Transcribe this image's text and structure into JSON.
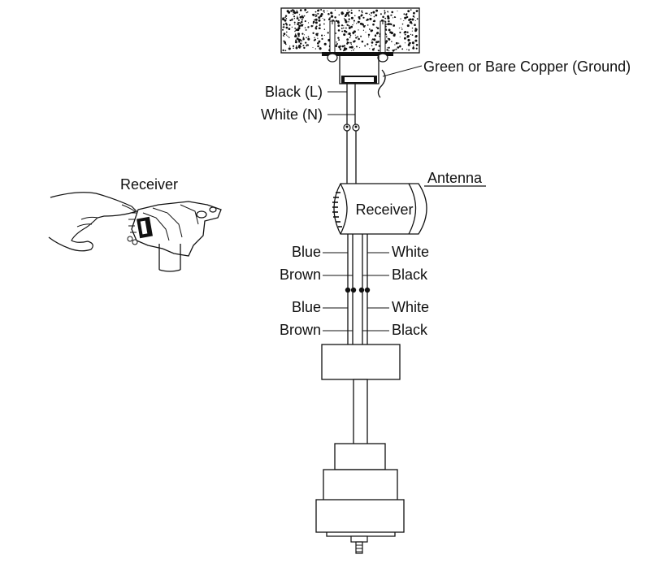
{
  "labels": {
    "ground": "Green or Bare Copper (Ground)",
    "black_l": "Black (L)",
    "white_n": "White (N)",
    "antenna": "Antenna",
    "receiver_box": "Receiver",
    "receiver_inset": "Receiver",
    "upper_left_1": "Blue",
    "upper_left_2": "Brown",
    "upper_right_1": "White",
    "upper_right_2": "Black",
    "lower_left_1": "Blue",
    "lower_left_2": "Brown",
    "lower_right_1": "White",
    "lower_right_2": "Black"
  },
  "colors": {
    "line": "#111111",
    "background": "#ffffff"
  },
  "icons": {
    "ceiling": "concrete-ceiling-icon",
    "hand": "hand-icon",
    "connector": "wire-connector-icon"
  }
}
